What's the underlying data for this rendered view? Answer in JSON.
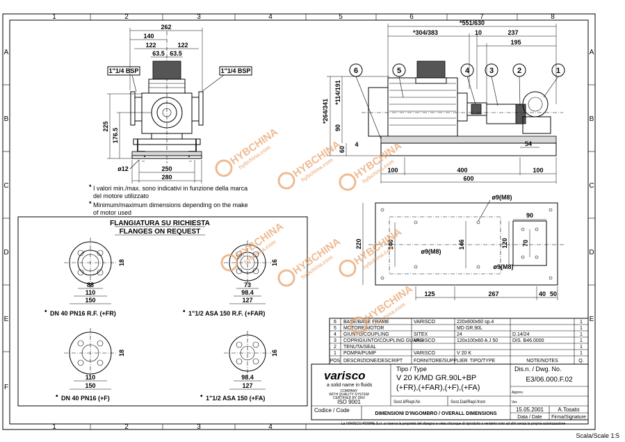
{
  "frame": {
    "cols": [
      "1",
      "2",
      "3",
      "4",
      "5",
      "6",
      "7",
      "8"
    ],
    "rows": [
      "A",
      "B",
      "C",
      "D",
      "E",
      "F"
    ]
  },
  "front_view": {
    "dims": [
      "262",
      "140",
      "122",
      "122",
      "63.5",
      "63.5",
      "225",
      "176.5",
      "250",
      "280"
    ],
    "hole": "ø12",
    "bsp_left": "1\"1/4 BSP",
    "bsp_right": "1\"1/4 BSP"
  },
  "notes": {
    "it_line1": "I valori min./max. sono indicativi in funzione della marca",
    "it_line2": "del motore utilizzato",
    "en_line1": "Minimum/maximum dimensions depending on the make",
    "en_line2": "of motor used"
  },
  "side_view": {
    "dims": [
      "*551/630",
      "*304/383",
      "10",
      "237",
      "195",
      "*264/341",
      "*114/191",
      "90",
      "60",
      "4",
      "54",
      "100",
      "400",
      "100",
      "600"
    ],
    "callouts": [
      "6",
      "5",
      "4",
      "3",
      "2",
      "1"
    ]
  },
  "plan_view": {
    "hole_top": "ø9(M8)",
    "hole_mid": "ø9(M8)",
    "hole_right": "ø9(M8)",
    "dims": [
      "220",
      "140",
      "146",
      "90",
      "120",
      "70",
      "125",
      "267",
      "40",
      "50"
    ]
  },
  "flanges": {
    "title_it": "FLANGIATURA SU RICHIESTA",
    "title_en": "FLANGES ON REQUEST",
    "f1": {
      "dims": [
        "18",
        "88",
        "110",
        "150"
      ],
      "label": "DN 40 PN16 R.F. (+FR)"
    },
    "f2": {
      "dims": [
        "16",
        "73",
        "98.4",
        "127"
      ],
      "label": "1\"1/2 ASA 150 R.F. (+FAR)"
    },
    "f3": {
      "dims": [
        "18",
        "110",
        "150"
      ],
      "label": "DN 40 PN16 (+F)"
    },
    "f4": {
      "dims": [
        "16",
        "98.4",
        "127"
      ],
      "label": "1\"1/2 ASA 150 (+FA)"
    }
  },
  "bom": {
    "rows": [
      {
        "pos": "6",
        "desc": "BASE/BASE FRAME",
        "supplier": "VARISCO",
        "type": "220x600x60 sp.4",
        "note": "",
        "q": "1"
      },
      {
        "pos": "5",
        "desc": "MOTORE/MOTOR",
        "supplier": "",
        "type": "MD GR.90L",
        "note": "",
        "q": "1"
      },
      {
        "pos": "4",
        "desc": "GIUNTO/COUPLING",
        "supplier": "SITEX",
        "type": "24",
        "note": "D.14/24",
        "q": "1"
      },
      {
        "pos": "3",
        "desc": "COPRIGIUNTO/COUPLING GUARD",
        "supplier": "VARISCO",
        "type": "120x100x60 A J 50",
        "note": "DIS. B46.0000",
        "q": "1"
      },
      {
        "pos": "2",
        "desc": "TENUTA/SEAL",
        "supplier": "",
        "type": "",
        "note": "",
        "q": "1"
      },
      {
        "pos": "1",
        "desc": "POMPA/PUMP",
        "supplier": "VARISCO",
        "type": "V 20 K",
        "note": "",
        "q": "1"
      }
    ],
    "header": {
      "pos": "POS",
      "desc": "DESCRIZIONE/DESCRIPT",
      "supplier": "FORNITORE/SUPPLIER",
      "type": "TIPO/TYPE",
      "note": "NOTE/NOTES",
      "q": "Q."
    }
  },
  "title_block": {
    "brand": "varisco",
    "tagline": "a solid name in fluids",
    "cert_l1": "COMPANY",
    "cert_l2": "WITH QUALITY SYSTEM",
    "cert_l3": "CERTIFIED BY DNV",
    "cert_l4": "ISO 9001",
    "tipo_label": "Tipo / Type",
    "tipo_l1": "V 20 K/MD GR.90L+BP",
    "tipo_l2": "(+FR),(+FAR),(+F),(+FA)",
    "dis_label": "Dis.n. / Dwg. No.",
    "dwg_no": "E3/06.000.F.02",
    "sost_il": "Sost.il/Repl.Nr.",
    "sost_dal": "Sost.Dal/Repl.from",
    "approv": "Approv.",
    "ver": "Ver.",
    "date": "15.05.2001",
    "signature": "A.Tosato",
    "date_label": "Data / Date",
    "sign_label": "Firma/Signature",
    "codice": "Codice / Code",
    "subject": "DIMENSIONI D'INGOMBRO / OVERALL DIMENSIONS",
    "legal": "La VARISCO POMPE S.r.l. si riserva la proprietà del disegno e vieta chiunque di riprodurlo o renderlo noto ad altri senza la propria autorizzazione"
  },
  "scale": "Scala/Scale 1:5",
  "watermark": {
    "text": "HYBCHINA",
    "sub": "hybchina.com",
    "color": "#e8a46e"
  }
}
